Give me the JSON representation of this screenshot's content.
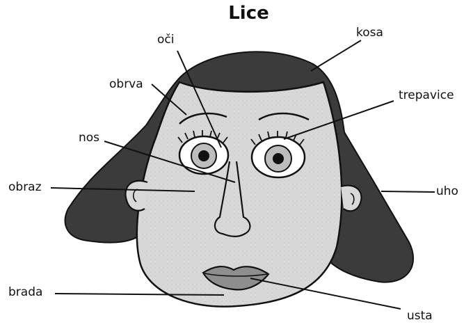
{
  "title": "Lice",
  "labels": {
    "oci": "oči",
    "kosa": "kosa",
    "obrva": "obrva",
    "trepavice": "trepavice",
    "nos": "nos",
    "obraz": "obraz",
    "uho": "uho",
    "brada": "brada",
    "usta": "usta"
  },
  "colors": {
    "hair": "#3b3b3b",
    "skin": "#d8d8d8",
    "lips": "#8e8e8e",
    "line": "#111111",
    "background": "#ffffff"
  }
}
